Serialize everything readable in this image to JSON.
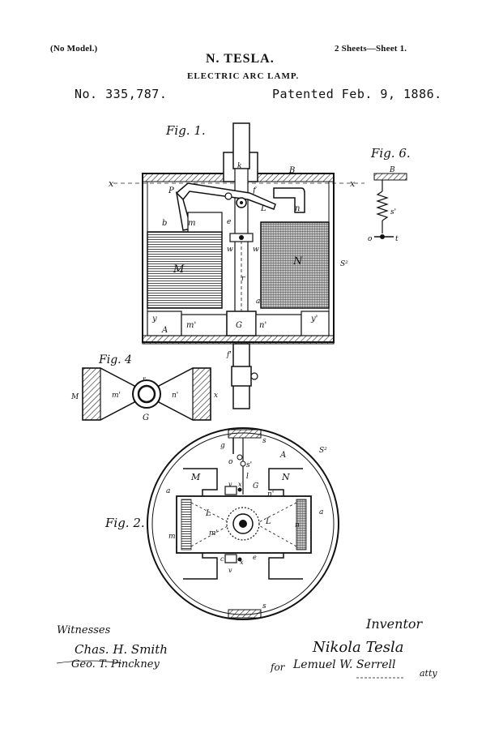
{
  "header": {
    "model_note": "(No Model.)",
    "sheets": "2 Sheets—Sheet 1.",
    "inventor_name": "N. TESLA.",
    "title": "ELECTRIC ARC LAMP.",
    "patent_number": "No. 335,787.",
    "patented_date": "Patented Feb. 9, 1886."
  },
  "figures": {
    "fig1": "Fig. 1.",
    "fig2": "Fig. 2.",
    "fig4": "Fig. 4",
    "fig6": "Fig. 6."
  },
  "labels": {
    "x": "x",
    "B": "B",
    "k": "k",
    "P": "P",
    "f": "f",
    "L": "L",
    "n": "n",
    "b": "b",
    "m": "m",
    "e": "e",
    "w": "w",
    "M": "M",
    "N": "N",
    "r": "r",
    "S2": "S²",
    "a": "a",
    "y": "y",
    "y_prime": "y'",
    "A": "A",
    "m_prime": "m'",
    "n_prime": "n'",
    "G": "G",
    "f_prime": "f'",
    "s_prime": "s'",
    "t": "t",
    "s": "s",
    "v": "v",
    "c": "c",
    "l": "l",
    "o": "o",
    "g": "g"
  },
  "footer": {
    "witnesses_label": "Witnesses",
    "witness1": "Chas. H. Smith",
    "witness2": "Geo. T. Pinckney",
    "inventor_label": "Inventor",
    "inventor_signature": "Nikola Tesla",
    "attorney_for": "for",
    "attorney_name": "Lemuel W. Serrell",
    "attorney_suffix": "atty"
  }
}
